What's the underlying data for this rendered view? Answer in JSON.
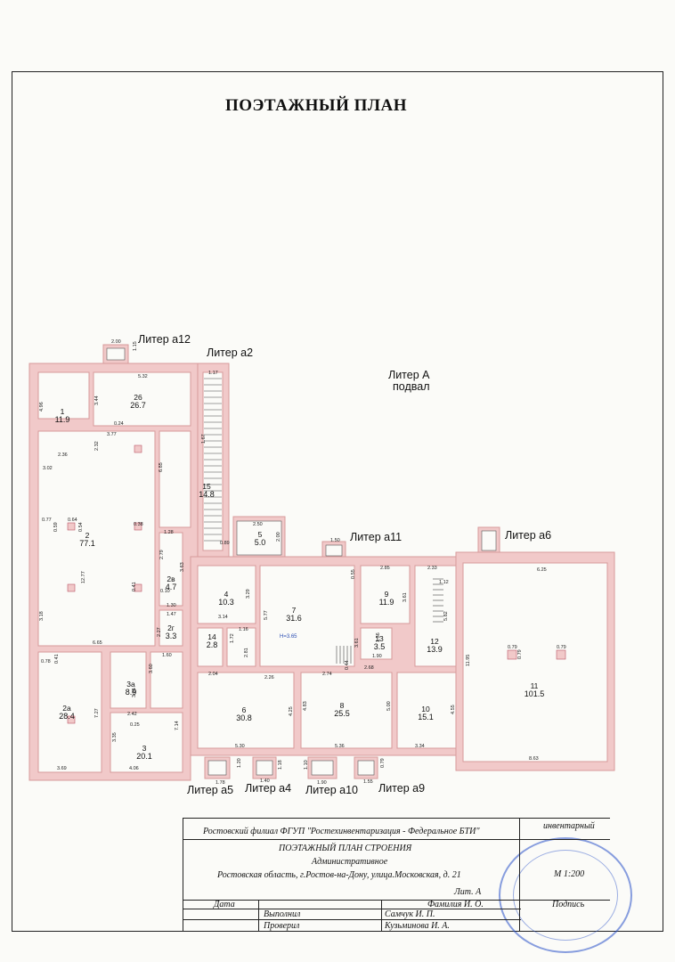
{
  "title": "ПОЭТАЖНЫЙ ПЛАН",
  "liters": {
    "a12": "Литер а12",
    "a2": "Литер а2",
    "A": "Литер А",
    "A_sub": "подвал",
    "a11": "Литер а11",
    "a6": "Литер а6",
    "a5": "Литер а5",
    "a4": "Литер а4",
    "a10": "Литер а10",
    "a9": "Литер а9"
  },
  "rooms": [
    {
      "id": "1",
      "area": "11.9"
    },
    {
      "id": "26",
      "area": "26.7"
    },
    {
      "id": "2",
      "area": "77.1"
    },
    {
      "id": "2в",
      "area": "4.7"
    },
    {
      "id": "2г",
      "area": "3.3"
    },
    {
      "id": "2а",
      "area": "28.4"
    },
    {
      "id": "3а",
      "area": "8.9"
    },
    {
      "id": "3",
      "area": "20.1"
    },
    {
      "id": "15",
      "area": "14.8"
    },
    {
      "id": "5",
      "area": "5.0"
    },
    {
      "id": "4",
      "area": "10.3"
    },
    {
      "id": "14",
      "area": "2.8"
    },
    {
      "id": "6",
      "area": "30.8"
    },
    {
      "id": "7",
      "area": "31.6"
    },
    {
      "id": "8",
      "area": "25.5"
    },
    {
      "id": "9",
      "area": "11.9"
    },
    {
      "id": "13",
      "area": "3.5"
    },
    {
      "id": "12",
      "area": "13.9"
    },
    {
      "id": "10",
      "area": "15.1"
    },
    {
      "id": "11",
      "area": "101.5"
    }
  ],
  "height_mark": "H=3.65",
  "dims": [
    "2.00",
    "1.15",
    "5.32",
    "4.96",
    "3.44",
    "0.24",
    "3.77",
    "2.36",
    "2.32",
    "3.02",
    "6.85",
    "0.77",
    "0.64",
    "0.59",
    "0.54",
    "0.38",
    "1.28",
    "2.79",
    "3.63",
    "12.77",
    "0.41",
    "0.10",
    "1.30",
    "1.47",
    "2.27",
    "1.60",
    "3.18",
    "6.65",
    "0.78",
    "0.41",
    "3.60",
    "3.86",
    "2.42",
    "0.25",
    "7.27",
    "3.35",
    "7.14",
    "3.69",
    "4.06",
    "1.17",
    "1.67",
    "2.50",
    "0.89",
    "2.00",
    "1.50",
    "0.55",
    "3.14",
    "3.29",
    "1.16",
    "1.72",
    "2.81",
    "5.77",
    "3.61",
    "1.56",
    "1.90",
    "2.85",
    "3.61",
    "2.33",
    "1.12",
    "5.82",
    "6.25",
    "11.95",
    "2.04",
    "2.26",
    "2.74",
    "0.44",
    "2.68",
    "4.25",
    "4.83",
    "5.00",
    "4.55",
    "5.30",
    "5.36",
    "3.34",
    "8.63",
    "1.78",
    "1.20",
    "1.40",
    "1.18",
    "1.90",
    "1.10",
    "1.55",
    "0.79",
    "0.79",
    "0.79",
    "0.79"
  ],
  "titleblock": {
    "org": "Ростовский филиал ФГУП \"Ростехинвентаризация - Федеральное БТИ\"",
    "inventory": "инвентарный",
    "doc": "ПОЭТАЖНЫЙ ПЛАН СТРОЕНИЯ",
    "purpose": "Административное",
    "address": "Ростовская область, г.Ростов-на-Дону, улица.Московская, д. 21",
    "lit": "Лит. А",
    "scale": "М 1:200",
    "col_date": "Дата",
    "col_name": "Фамилия И. О.",
    "col_sign": "Подпись",
    "did": "Выполнил",
    "did_name": "Самчук И. П.",
    "checked": "Проверил",
    "checked_name": "Кузьминова И. А."
  },
  "colors": {
    "wall": "#f1c9c9",
    "wall_stroke": "#d79a9a",
    "stamp": "#3b5fc4"
  }
}
